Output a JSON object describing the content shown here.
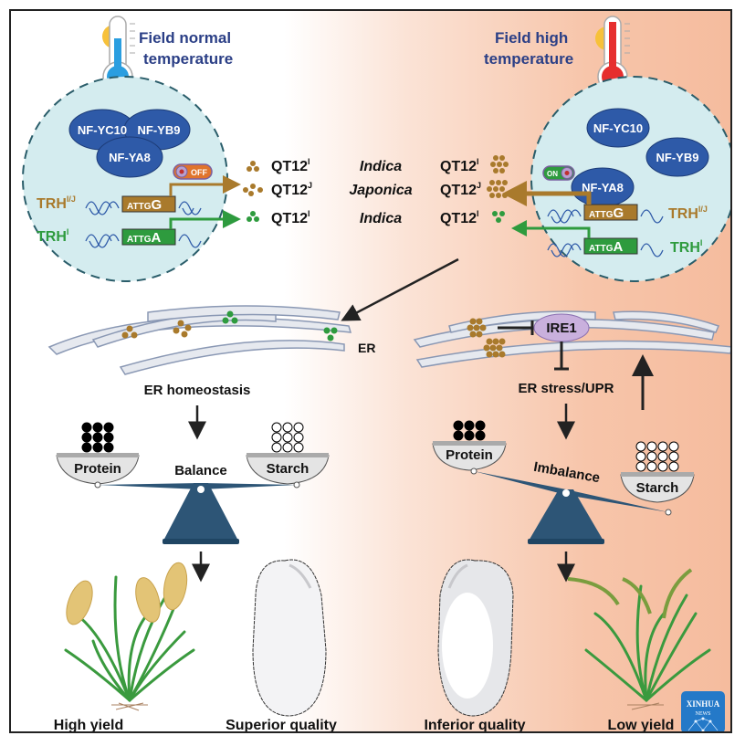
{
  "conditions": {
    "left_title_line1": "Field normal",
    "left_title_line2": "temperature",
    "right_title_line1": "Field high",
    "right_title_line2": "temperature"
  },
  "nfy_proteins": {
    "c": "NF-YC10",
    "b": "NF-YB9",
    "a": "NF-YA8"
  },
  "switches": {
    "off_label": "OFF",
    "on_label": "ON"
  },
  "genes": {
    "trh_ij": "TRH",
    "trh_ij_sup": "I/J",
    "trh_i": "TRH",
    "trh_i_sup": "I",
    "box_g_prefix": "ATTG",
    "box_g_base": "G",
    "box_a_prefix": "ATTG",
    "box_a_base": "A"
  },
  "qt12_rows": [
    {
      "left": "QT12",
      "left_sup": "I",
      "subspecies": "Indica",
      "right": "QT12",
      "right_sup": "I",
      "color": "#a97a2c"
    },
    {
      "left": "QT12",
      "left_sup": "J",
      "subspecies": "Japonica",
      "right": "QT12",
      "right_sup": "J",
      "color": "#a97a2c"
    },
    {
      "left": "QT12",
      "left_sup": "I",
      "subspecies": "Indica",
      "right": "QT12",
      "right_sup": "I",
      "color": "#2e9b3e"
    }
  ],
  "er": {
    "label": "ER",
    "ire1": "IRE1",
    "left_state": "ER homeostasis",
    "right_state": "ER stress/UPR"
  },
  "scales": {
    "left": {
      "protein": "Protein",
      "starch": "Starch",
      "state": "Balance",
      "protein_count": 9,
      "starch_count": 9
    },
    "right": {
      "protein": "Protein",
      "starch": "Starch",
      "state": "Imbalance",
      "protein_count": 6,
      "starch_count": 12
    }
  },
  "outcomes": {
    "high_yield": "High yield",
    "superior_quality": "Superior quality",
    "inferior_quality": "Inferior quality",
    "low_yield": "Low yield"
  },
  "watermark": {
    "line1": "XINHUA",
    "line2": "NEWS"
  },
  "colors": {
    "title_blue": "#2b3f86",
    "protein_blue": "#2e5aa8",
    "brown": "#a97a2c",
    "green": "#2e9b3e",
    "nucleus_fill": "#d4ecef",
    "scale_blue": "#2d5576",
    "ire1_purple": "#c9b0dd"
  }
}
